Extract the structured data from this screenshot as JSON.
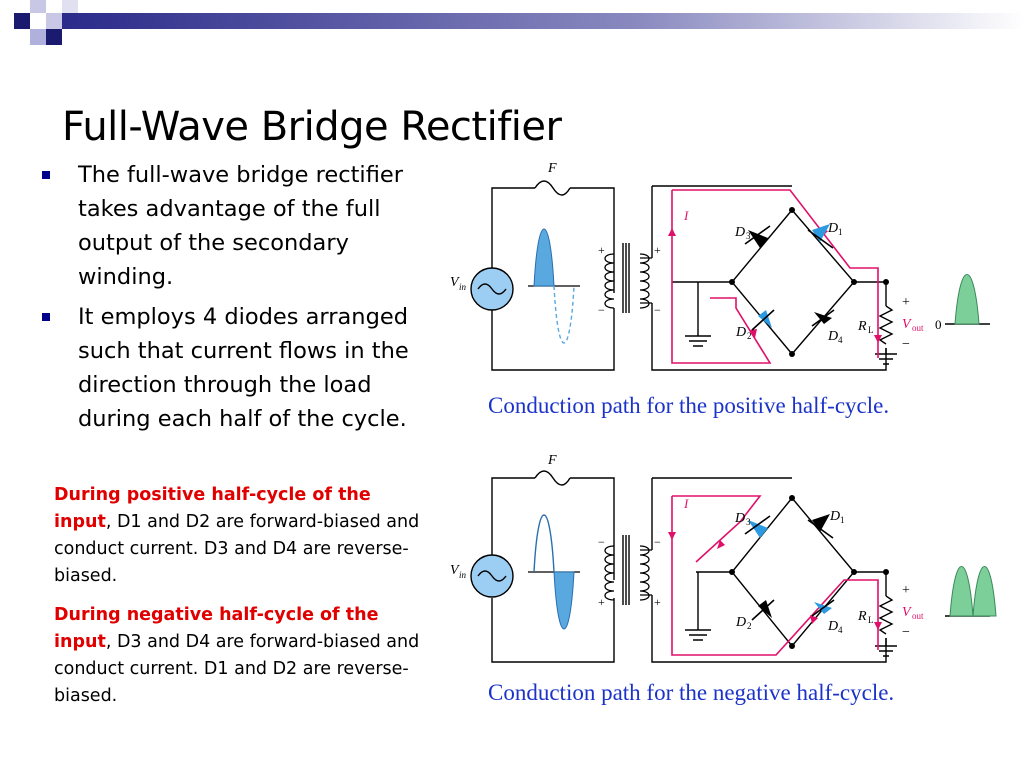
{
  "slide": {
    "title": "Full-Wave Bridge Rectifier",
    "bullets": [
      "The full-wave bridge rectifier takes advantage of the full output of the secondary winding.",
      "It employs 4 diodes arranged such that current flows in the direction through the load during each half of the cycle."
    ],
    "notes": [
      {
        "highlight": "During positive half-cycle of the input",
        "text": ", D1 and D2 are forward-biased and conduct current. D3 and D4 are reverse-biased."
      },
      {
        "highlight": "During negative half-cycle of the input",
        "text": ", D3 and D4 are forward-biased and conduct current. D1 and D2 are reverse-biased."
      }
    ]
  },
  "circuits": {
    "labels": {
      "fuse": "F",
      "vin": "V",
      "vin_sub": "in",
      "current": "I",
      "d1": "D",
      "d1_sub": "1",
      "d2": "D",
      "d2_sub": "2",
      "d3": "D",
      "d3_sub": "3",
      "d4": "D",
      "d4_sub": "4",
      "rl": "R",
      "rl_sub": "L",
      "vout": "V",
      "vout_sub": "out",
      "plus": "+",
      "minus": "−",
      "zero": "0"
    },
    "positive_caption": "Conduction path for the positive half-cycle.",
    "negative_caption": "Conduction path for the negative half-cycle."
  },
  "colors": {
    "accent": "#1b33c8",
    "path": "#e0106a",
    "wave_fill": "#5aa8e0",
    "output_fill": "#7dcf9a",
    "highlight": "#e00000",
    "bullet": "#00008b"
  }
}
